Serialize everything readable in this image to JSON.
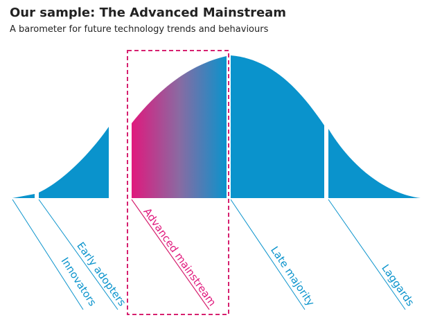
{
  "header": {
    "title": "Our sample: The Advanced Mainstream",
    "subtitle": "A barometer for future technology trends and behaviours"
  },
  "segments": [
    {
      "id": "innovators",
      "label": "Innovators"
    },
    {
      "id": "early-adopters",
      "label": "Early adopters"
    },
    {
      "id": "advanced-mainstream",
      "label": "Advanced mainstream"
    },
    {
      "id": "late-majority",
      "label": "Late majority"
    },
    {
      "id": "laggards",
      "label": "Laggards"
    }
  ],
  "colors": {
    "curve_blue": "#0a93cc",
    "highlight_pink": "#e0197d",
    "dashed_box": "#d6206f",
    "title_text": "#222222"
  }
}
